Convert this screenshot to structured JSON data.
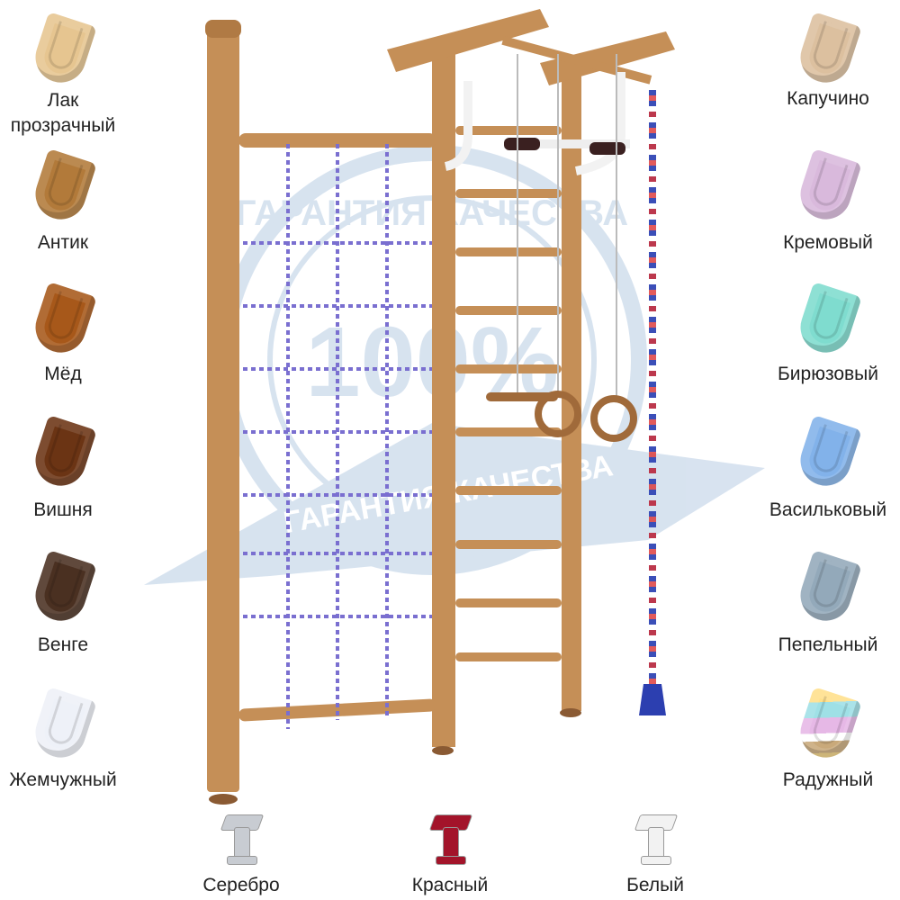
{
  "watermark": {
    "line1": "ГАРАНТИЯ КАЧЕСТВА",
    "percent": "100%",
    "ribbon": "ГАРАНТИЯ КАЧЕСТВА"
  },
  "left_finishes": [
    {
      "label": "Лак\nпрозрачный",
      "color": "#e6c590"
    },
    {
      "label": "Антик",
      "color": "#b27a3a"
    },
    {
      "label": "Мёд",
      "color": "#a7581a"
    },
    {
      "label": "Вишня",
      "color": "#6b3414"
    },
    {
      "label": "Венге",
      "color": "#4a3021"
    },
    {
      "label": "Жемчужный",
      "color": "#eef1f8"
    }
  ],
  "right_finishes": [
    {
      "label": "Капучино",
      "color": "#dcc09f"
    },
    {
      "label": "Кремовый",
      "color": "#d9b9dc"
    },
    {
      "label": "Бирюзовый",
      "color": "#7fdccf"
    },
    {
      "label": "Васильковый",
      "color": "#82b2ea"
    },
    {
      "label": "Пепельный",
      "color": "#93a9ba"
    },
    {
      "label": "Радужный",
      "color": "rainbow"
    }
  ],
  "brackets": [
    {
      "label": "Серебро",
      "color": "#c8ccd2"
    },
    {
      "label": "Красный",
      "color": "#a3142a"
    },
    {
      "label": "Белый",
      "color": "#f2f2f2"
    }
  ]
}
